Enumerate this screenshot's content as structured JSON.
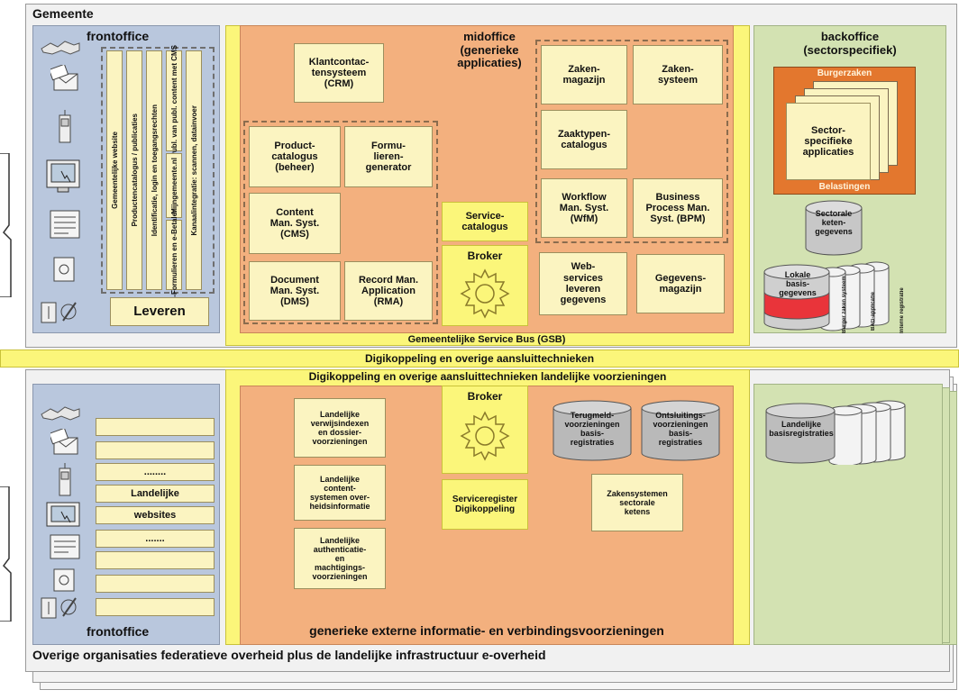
{
  "top": {
    "title": "Gemeente",
    "frontoffice": {
      "title": "frontoffice",
      "columns": [
        "Gemeentelijke website",
        "Productencatalogus / publicaties",
        "Identificatie, login en toegangsrechten",
        "Publ. van publ. content met CMS",
        "Mijngemeente.nl",
        "e-Formulieren en e-Betalen",
        "Kanaalintegratie: scannen, datainvoer"
      ],
      "leveren": "Leveren"
    },
    "midoffice": {
      "title": "midoffice\n(generieke\napplicaties)",
      "crm": "Klantcontac-\ntensysteem\n(CRM)",
      "productcatalogus": "Product-\ncatalogus\n(beheer)",
      "formulieren": "Formu-\nlieren-\ngenerator",
      "cms": "Content\nMan. Syst.\n(CMS)",
      "dms": "Document\nMan. Syst.\n(DMS)",
      "rma": "Record Man.\nApplication\n(RMA)",
      "servicecatalogus": "Service-\ncatalogus",
      "broker": "Broker",
      "zakenmagazijn": "Zaken-\nmagazijn",
      "zakensysteem": "Zaken-\nsysteem",
      "zaaktypen": "Zaaktypen-\ncatalogus",
      "wfm": "Workflow\nMan. Syst.\n(WfM)",
      "bpm": "Business\nProcess Man.\nSyst. (BPM)",
      "webservices": "Web-\nservices\nleveren\ngegevens",
      "gegevensmagazijn": "Gegevens-\nmagazijn",
      "gsb": "Gemeentelijke Service Bus (GSB)"
    },
    "backoffice": {
      "title": "backoffice\n(sectorspecifiek)",
      "burgerzaken": "Burgerzaken",
      "belastingen": "Belastingen",
      "sectorapps": "Sector-\nspecifieke\napplicaties",
      "sectorale": "Sectorale\nketen-\ngegevens",
      "lokale": "Lokale\nbasis-\ngegevens",
      "lokale_cols": [
        "Burger zaken systeem",
        "BAG-applicatie",
        "Interne registratie"
      ]
    }
  },
  "middle_bar": "Digikoppeling en overige aansluittechnieken",
  "bottom": {
    "title": "Overige organisaties federatieve overheid plus de landelijke infrastructuur e-overheid",
    "top_bar": "Digikoppeling en overige aansluittechnieken landelijke voorzieningen",
    "frontoffice": {
      "title": "frontoffice",
      "rows": [
        "",
        "",
        "........",
        "Landelijke",
        "websites",
        ".......",
        "",
        "",
        ""
      ]
    },
    "generic": {
      "title": "generieke externe informatie- en verbindingsvoorzieningen",
      "verwijs": "Landelijke\nverwijsindexen\nen dossier-\nvoorzieningen",
      "content": "Landelijke\ncontent-\nsystemen over-\nheidsinformatie",
      "authenticatie": "Landelijke\nauthenticatie-\nen\nmachtigings-\nvoorzieningen",
      "broker": "Broker",
      "serviceregister": "Serviceregister\nDigikoppeling",
      "terugmeld": "Terugmeld-\nvoorzieningen\nbasis-\nregistraties",
      "ontsluitings": "Ontsluitings-\nvoorzieningen\nbasis-\nregistraties",
      "zakensystemen": "Zakensystemen\nsectorale\nketens"
    },
    "basisregistraties": "Landelijke\nbasisregistraties"
  }
}
